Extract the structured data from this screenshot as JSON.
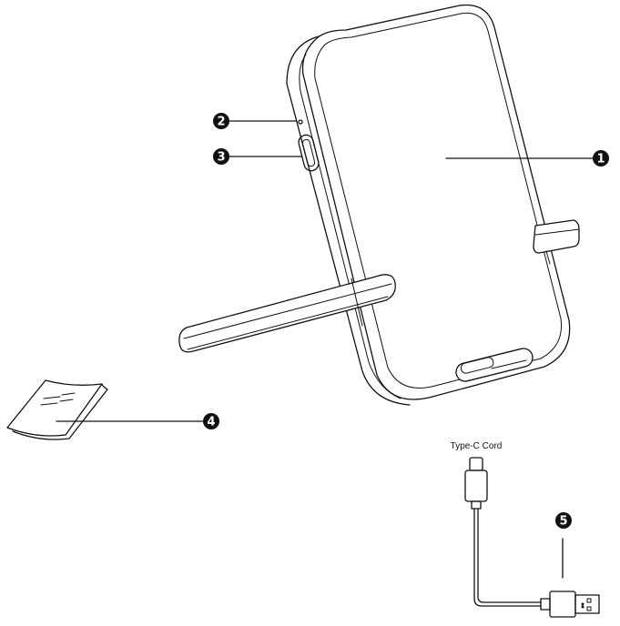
{
  "callouts": [
    {
      "id": "callout-1",
      "number": "1"
    },
    {
      "id": "callout-2",
      "number": "2"
    },
    {
      "id": "callout-3",
      "number": "3"
    },
    {
      "id": "callout-4",
      "number": "4"
    },
    {
      "id": "callout-5",
      "number": "5"
    }
  ],
  "cord": {
    "label": "Type-C Cord"
  },
  "colors": {
    "line": "#111111",
    "badge": "#111111",
    "fill": "#ffffff"
  }
}
